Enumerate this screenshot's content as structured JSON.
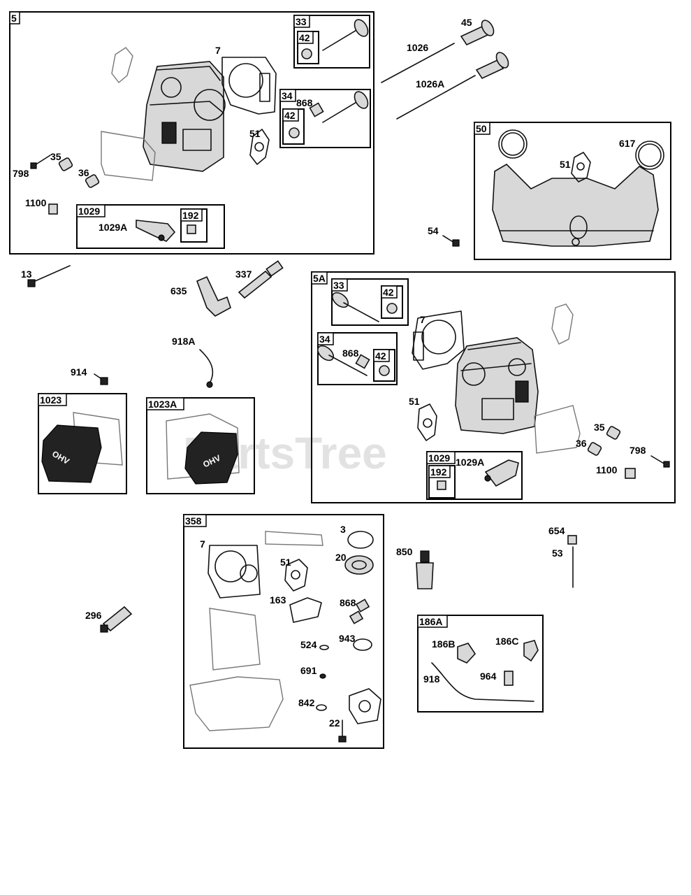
{
  "watermark": "PartsTree",
  "groups": [
    {
      "id": "5"
    },
    {
      "id": "33"
    },
    {
      "id": "42"
    },
    {
      "id": "34"
    },
    {
      "id": "42"
    },
    {
      "id": "1029"
    },
    {
      "id": "192"
    },
    {
      "id": "50"
    },
    {
      "id": "5A"
    },
    {
      "id": "33"
    },
    {
      "id": "42"
    },
    {
      "id": "34"
    },
    {
      "id": "42"
    },
    {
      "id": "1029"
    },
    {
      "id": "192"
    },
    {
      "id": "1023"
    },
    {
      "id": "1023A"
    },
    {
      "id": "358"
    },
    {
      "id": "186A"
    }
  ],
  "callouts": [
    "7",
    "51",
    "868",
    "35",
    "36",
    "798",
    "1100",
    "1029A",
    "45",
    "1026",
    "1026A",
    "617",
    "51",
    "54",
    "13",
    "337",
    "635",
    "918A",
    "914",
    "7",
    "868",
    "51",
    "35",
    "36",
    "798",
    "1100",
    "1029A",
    "7",
    "3",
    "20",
    "51",
    "163",
    "868",
    "943",
    "524",
    "691",
    "842",
    "22",
    "296",
    "850",
    "654",
    "53",
    "186B",
    "186C",
    "918",
    "964"
  ]
}
